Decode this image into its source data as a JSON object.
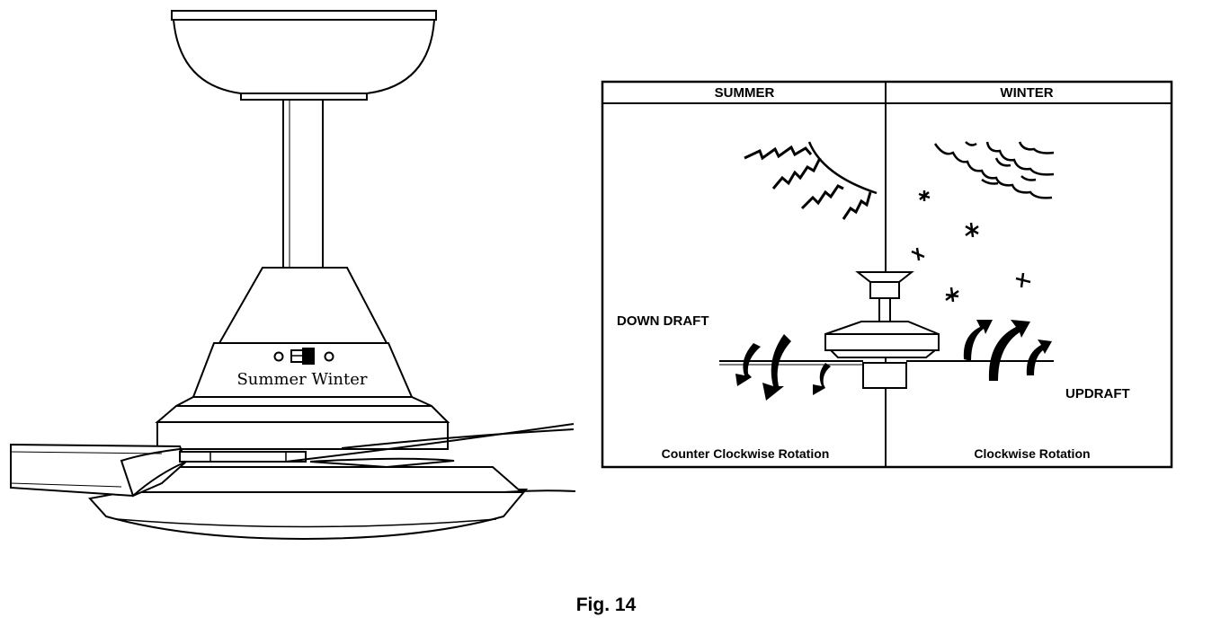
{
  "fan_diagram": {
    "switch_label": "Summer Winter"
  },
  "season_panel": {
    "summer": {
      "header": "SUMMER",
      "draft_label": "DOWN DRAFT",
      "rotation_label": "Counter Clockwise Rotation"
    },
    "winter": {
      "header": "WINTER",
      "draft_label": "UPDRAFT",
      "rotation_label": "Clockwise Rotation"
    }
  },
  "caption": "Fig. 14"
}
